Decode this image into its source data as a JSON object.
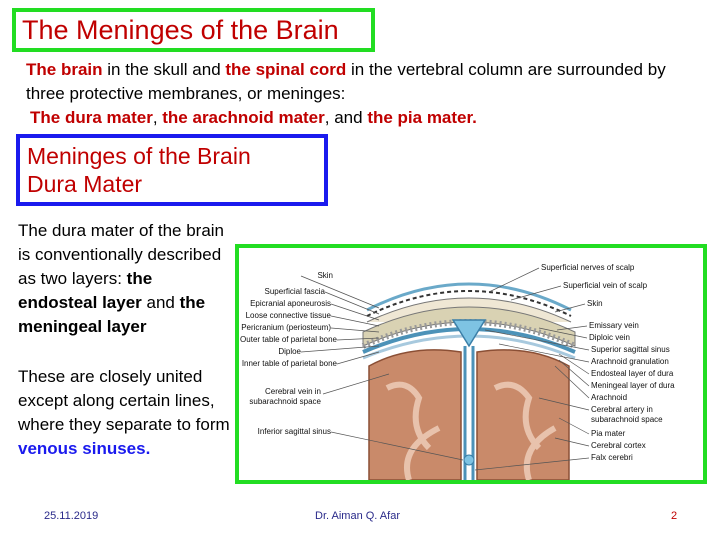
{
  "title": "The Meninges of the Brain",
  "intro": {
    "part1": "The brain",
    "part2": " in the skull and ",
    "part3": "the spinal cord",
    "part4": " in the vertebral column are surrounded by three protective membranes, or meninges:",
    "line3_a": "The dura mater",
    "line3_b": ", ",
    "line3_c": "the arachnoid mater",
    "line3_d": ", and ",
    "line3_e": "the pia mater."
  },
  "subtitle": {
    "line1": "Meninges of the Brain",
    "line2": "Dura Mater"
  },
  "para1": {
    "text1": "The dura mater of the brain is conventionally described as two layers: ",
    "bold1": "the endosteal layer",
    "text2": " and ",
    "bold2": "the meningeal layer"
  },
  "para2": {
    "text1": "These are closely united except along certain lines, where they separate to form ",
    "link": "venous",
    "bold": "sinuses."
  },
  "figure": {
    "labels_left": [
      "Skin",
      "Superficial fascia",
      "Epicranial aponeurosis",
      "Loose connective tissue",
      "Pericranium (periosteum)",
      "Outer table of parietal bone",
      "Diploe",
      "Inner table of parietal bone",
      "Cerebral vein in",
      "subarachnoid space",
      "Inferior sagittal sinus"
    ],
    "labels_right": [
      "Superficial nerves of scalp",
      "Superficial vein of scalp",
      "Skin",
      "Emissary vein",
      "Diploic vein",
      "Superior sagittal sinus",
      "Arachnoid granulation",
      "Endosteal layer of dura",
      "Meningeal layer of dura",
      "Arachnoid",
      "Cerebral artery in",
      "subarachnoid space",
      "Pia mater",
      "Cerebral cortex",
      "Falx cerebri"
    ]
  },
  "footer": {
    "date": "25.11.2019",
    "author": "Dr. Aiman Q. Afar",
    "page": "2"
  }
}
